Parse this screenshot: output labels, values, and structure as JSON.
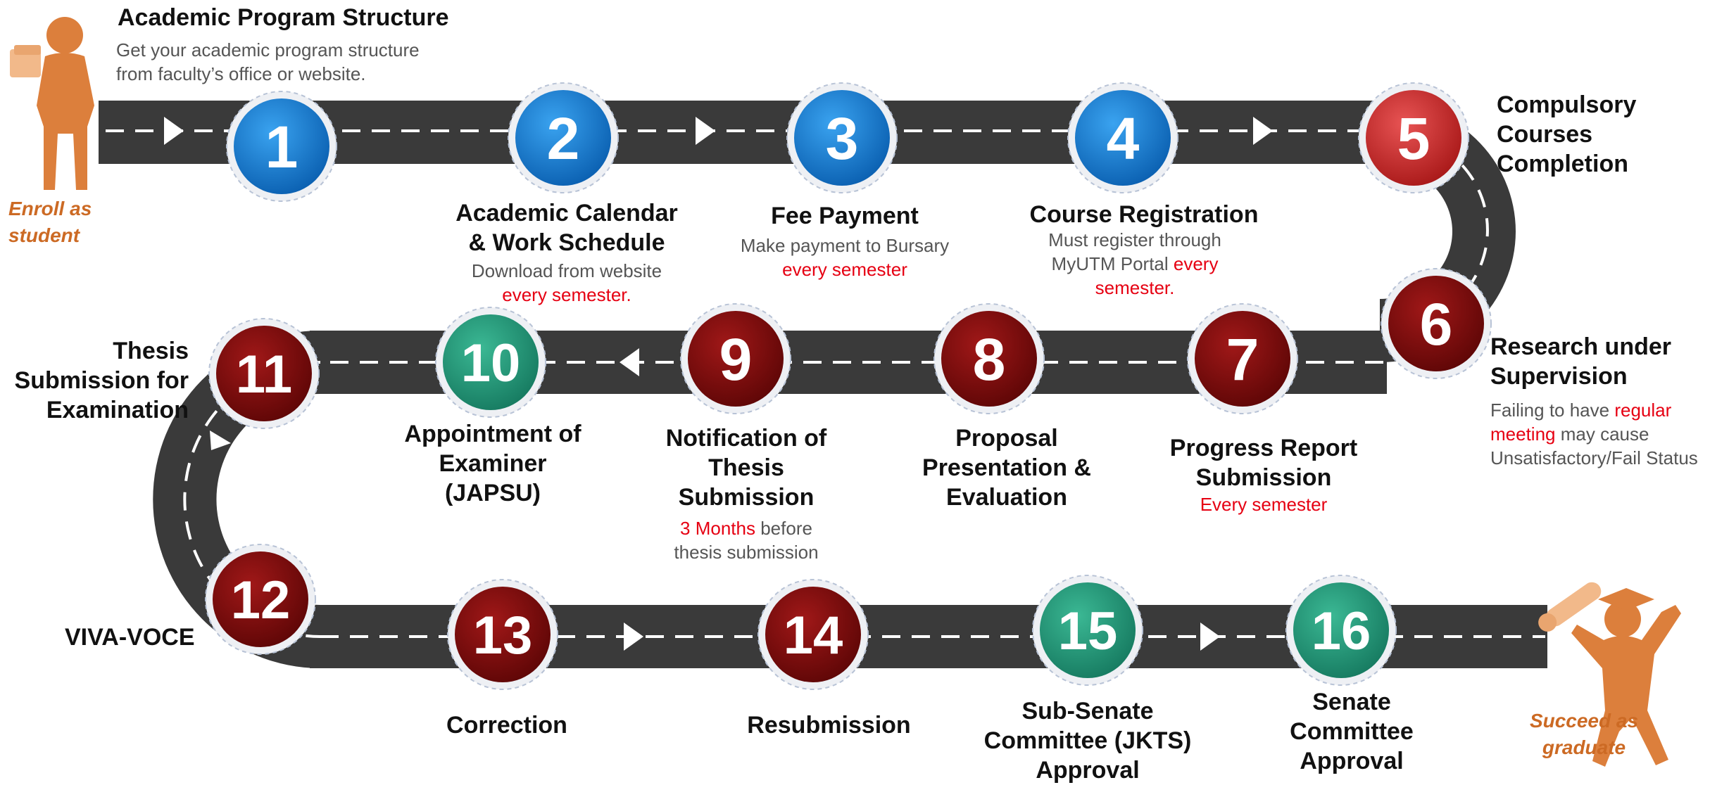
{
  "steps": [
    {
      "number": "1",
      "title": "Academic Program Structure",
      "desc": "Get your academic program structure\nfrom faculty’s office or website."
    },
    {
      "number": "2",
      "title": "Academic Calendar\n& Work Schedule",
      "desc": "Download from website",
      "desc_red": "every semester."
    },
    {
      "number": "3",
      "title": "Fee Payment",
      "desc": "Make payment to Bursary",
      "desc_red": "every semester"
    },
    {
      "number": "4",
      "title": "Course Registration",
      "desc_line1": "Must register through",
      "desc_line2": "MyUTM Portal ",
      "desc_red1": "every",
      "desc_red2": "semester."
    },
    {
      "number": "5",
      "title": "Compulsory\nCourses\nCompletion"
    },
    {
      "number": "6",
      "title": "Research under\nSupervision",
      "desc_a": "Failing to have ",
      "desc_red_a": "regular",
      "desc_red_b": "meeting",
      "desc_b": " may cause",
      "desc_c": "Unsatisfactory/Fail Status"
    },
    {
      "number": "7",
      "title": "Progress Report\nSubmission",
      "desc_red": "Every semester"
    },
    {
      "number": "8",
      "title": "Proposal\nPresentation &\nEvaluation"
    },
    {
      "number": "9",
      "title": "Notification of\nThesis\nSubmission",
      "desc_red": "3 Months",
      "desc_a": " before",
      "desc_b": "thesis submission"
    },
    {
      "number": "10",
      "title": "Appointment of\nExaminer\n(JAPSU)"
    },
    {
      "number": "11",
      "title": "Thesis\nSubmission for\nExamination"
    },
    {
      "number": "12",
      "title": "VIVA-VOCE"
    },
    {
      "number": "13",
      "title": "Correction"
    },
    {
      "number": "14",
      "title": "Resubmission"
    },
    {
      "number": "15",
      "title": "Sub-Senate\nCommittee (JKTS)\nApproval"
    },
    {
      "number": "16",
      "title": "Senate\nCommittee\nApproval"
    }
  ],
  "start_label": "Enroll as\nstudent",
  "end_label": "Succeed as\ngraduate",
  "colors": {
    "road": "#3a3a3a",
    "blue": "#0a72c9",
    "red_bright": "#cf2a2a",
    "maroon": "#7a0a0a",
    "green": "#21967a",
    "accent_text": "#e60012",
    "person": "#dc7f3c"
  }
}
